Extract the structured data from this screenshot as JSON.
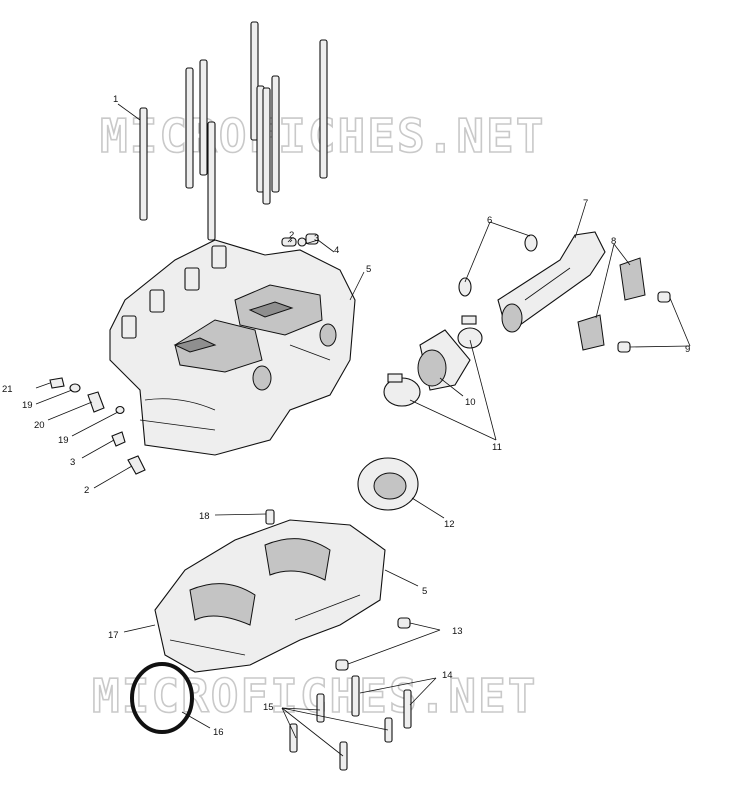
{
  "watermark": {
    "top": "MICROFICHES.NET",
    "bottom": "MICROFICHES.NET"
  },
  "callouts": [
    {
      "id": "c1",
      "label": "1"
    },
    {
      "id": "c2a",
      "label": "2"
    },
    {
      "id": "c3a",
      "label": "3"
    },
    {
      "id": "c4",
      "label": "4"
    },
    {
      "id": "c5a",
      "label": "5"
    },
    {
      "id": "c6",
      "label": "6"
    },
    {
      "id": "c7",
      "label": "7"
    },
    {
      "id": "c8",
      "label": "8"
    },
    {
      "id": "c9",
      "label": "9"
    },
    {
      "id": "c10",
      "label": "10"
    },
    {
      "id": "c11",
      "label": "11"
    },
    {
      "id": "c21",
      "label": "21"
    },
    {
      "id": "c19a",
      "label": "19"
    },
    {
      "id": "c20",
      "label": "20"
    },
    {
      "id": "c19b",
      "label": "19"
    },
    {
      "id": "c3b",
      "label": "3"
    },
    {
      "id": "c2b",
      "label": "2"
    },
    {
      "id": "c12",
      "label": "12"
    },
    {
      "id": "c18",
      "label": "18"
    },
    {
      "id": "c5b",
      "label": "5"
    },
    {
      "id": "c17",
      "label": "17"
    },
    {
      "id": "c13",
      "label": "13"
    },
    {
      "id": "c14",
      "label": "14"
    },
    {
      "id": "c15",
      "label": "15"
    },
    {
      "id": "c16",
      "label": "16"
    }
  ]
}
